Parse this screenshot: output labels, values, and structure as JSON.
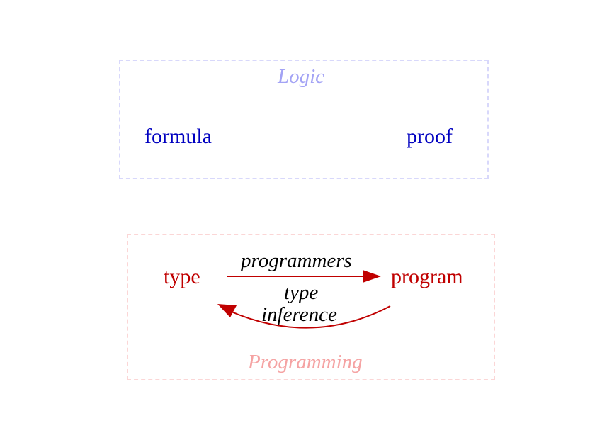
{
  "logic": {
    "title": "Logic",
    "nodes": {
      "formula": "formula",
      "proof": "proof"
    }
  },
  "programming": {
    "title": "Programming",
    "nodes": {
      "type": "type",
      "program": "program"
    },
    "edges": {
      "forward_label": "programmers",
      "backward_label_line1": "type",
      "backward_label_line2": "inference"
    }
  },
  "colors": {
    "logic_border": "#d8d8fb",
    "logic_title": "#a3a3f5",
    "logic_nodes": "#0000c0",
    "programming_border": "#fbd6d6",
    "programming_title": "#f5a3a3",
    "programming_nodes": "#c00000",
    "arrow": "#c00000"
  }
}
